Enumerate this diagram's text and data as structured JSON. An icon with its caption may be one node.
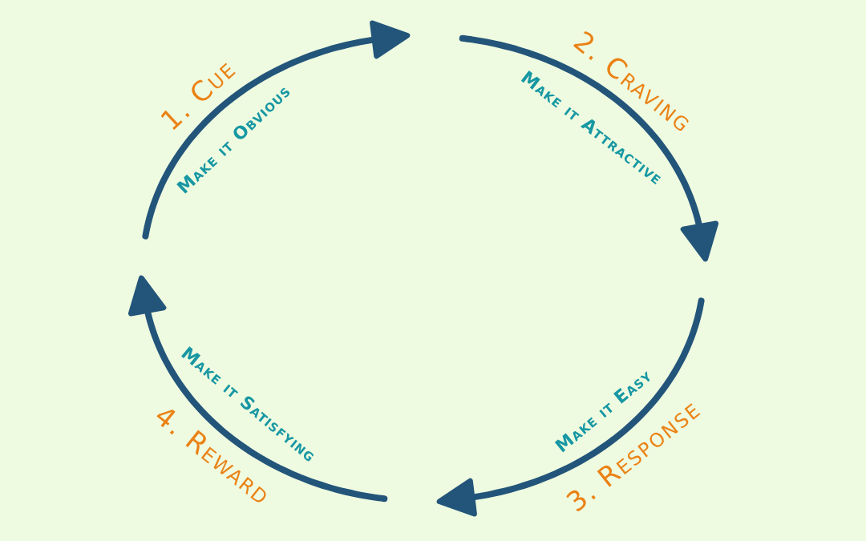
{
  "diagram": {
    "labels": [
      "1. Cue",
      "2. Craving",
      "Make it Obvious",
      "Make it Attractive",
      "Make it Satisfying",
      "Make it Easy",
      "4. Reward",
      "3. Response"
    ]
  }
}
